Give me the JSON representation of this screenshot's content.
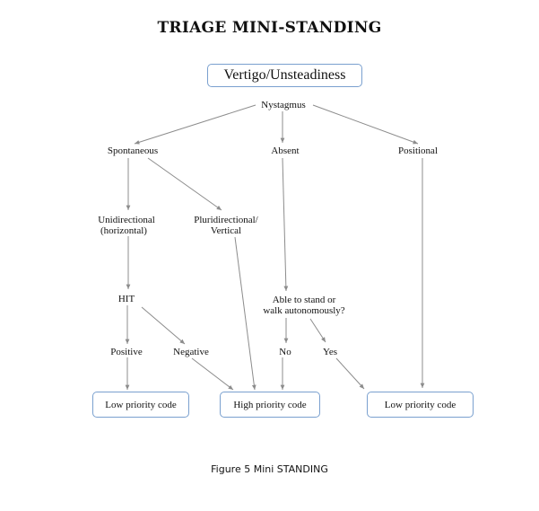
{
  "title": "TRIAGE MINI-STANDING",
  "root": "Vertigo/Unsteadiness",
  "nodes": {
    "nystagmus": "Nystagmus",
    "spontaneous": "Spontaneous",
    "absent": "Absent",
    "positional": "Positional",
    "unidirectional_1": "Unidirectional",
    "unidirectional_2": "(horizontal)",
    "pluridirectional_1": "Pluridirectional/",
    "pluridirectional_2": "Vertical",
    "hit": "HIT",
    "able_1": "Able to stand or",
    "able_2": "walk autonomously?",
    "positive": "Positive",
    "negative": "Negative",
    "no": "No",
    "yes": "Yes"
  },
  "outcomes": {
    "left": "Low priority code",
    "center": "High priority code",
    "right": "Low priority code"
  },
  "caption": "Figure 5 Mini STANDING",
  "colors": {
    "box_border": "#7aa0cf",
    "arrow": "#8c8c8c"
  }
}
